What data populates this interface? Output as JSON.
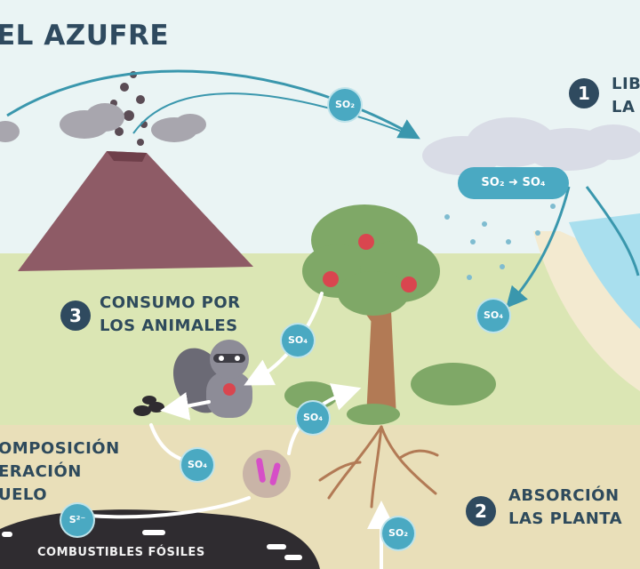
{
  "title": "EL AZUFRE",
  "colors": {
    "sky": "#eaf4f4",
    "ground": "#e9dfb9",
    "grass": "#dbe6b4",
    "volcano": "#8e5b66",
    "sea": "#a9dfee",
    "accent": "#4aa9c2",
    "text": "#2f4a5f"
  },
  "steps": [
    {
      "number": "1",
      "line1": "LIB",
      "line2": "LA"
    },
    {
      "number": "2",
      "line1": "ABSORCIÓN",
      "line2": "LAS PLANTA"
    },
    {
      "number": "3",
      "line1": "CONSUMO POR",
      "line2": "LOS ANIMALES"
    }
  ],
  "decomposition": {
    "line1": "OMPOSICIÓN",
    "line2": "ERACIÓN",
    "line3": "UELO"
  },
  "compounds": {
    "so2": "SO₂",
    "so4": "SO₄",
    "s2": "S²⁻",
    "conversion": "SO₂ ➜ SO₄"
  },
  "fossil_label": "COMBUSTIBLES FÓSILES"
}
